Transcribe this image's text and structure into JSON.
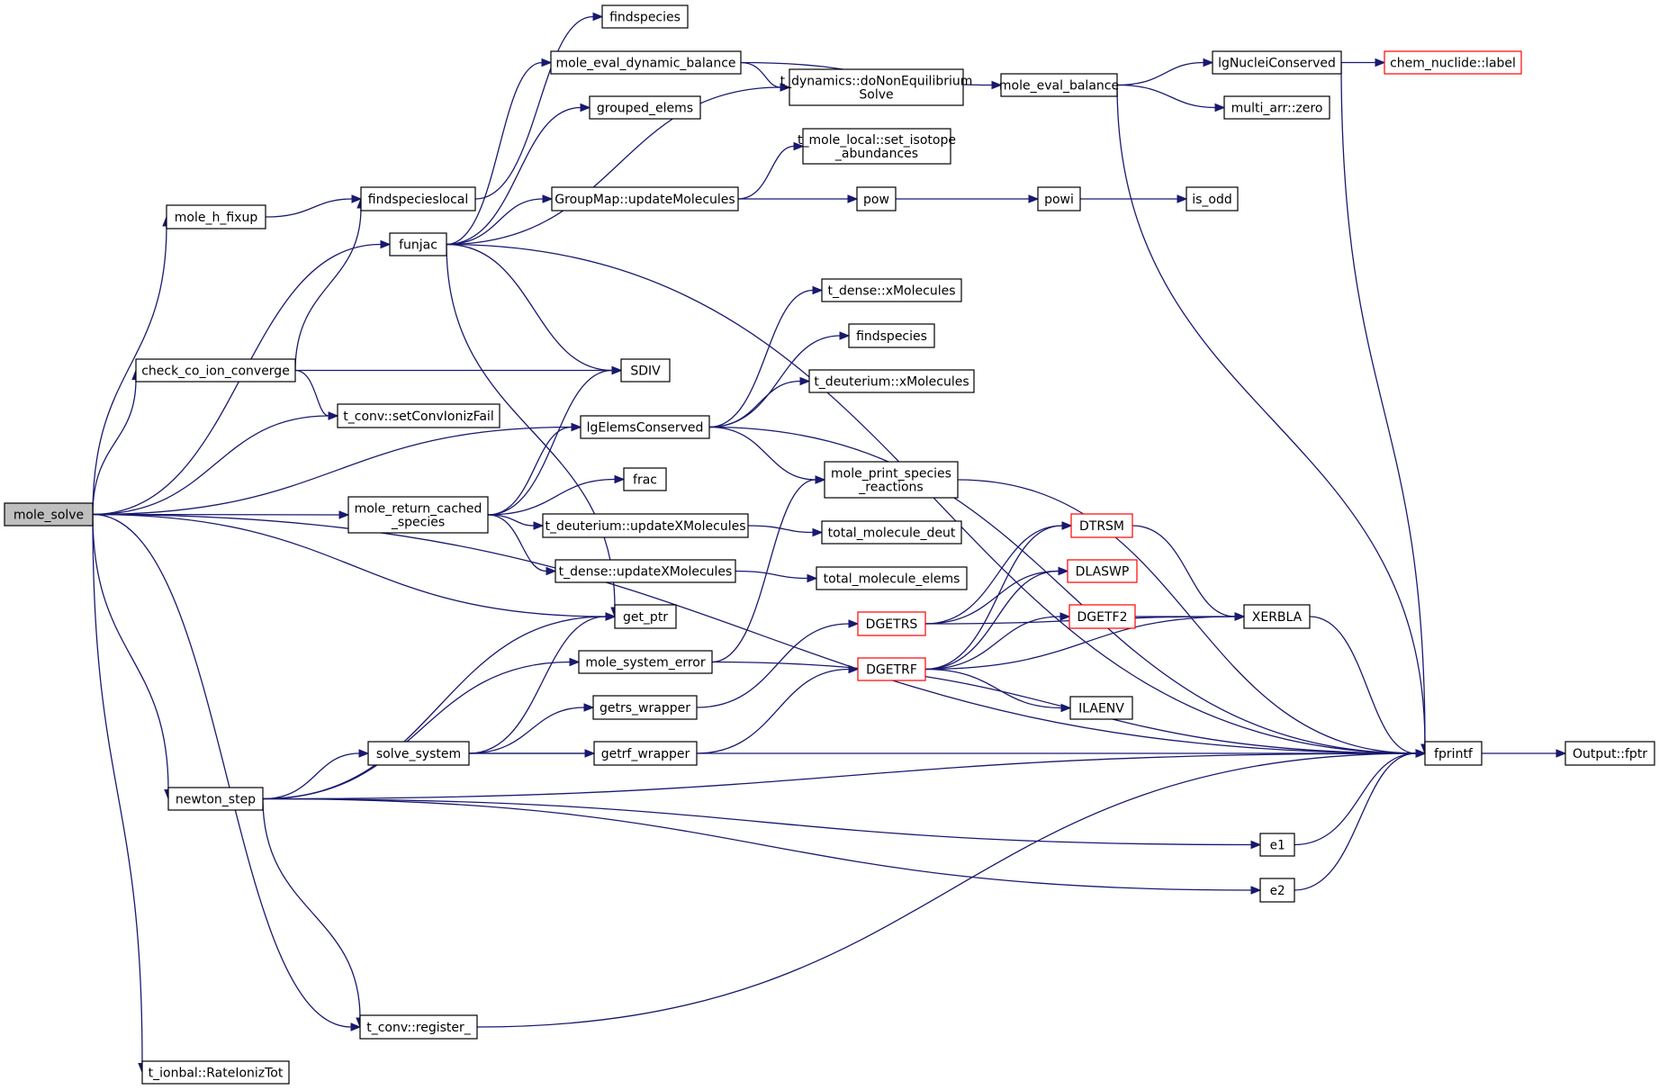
{
  "diagram": {
    "type": "call-graph",
    "root": "mole_solve",
    "edge_color": "#191970",
    "root_fill": "#bfbfbf",
    "truncated_border_color": "#ff0000",
    "nodes": [
      {
        "id": "mole_solve",
        "lines": [
          "mole_solve"
        ],
        "root": true
      },
      {
        "id": "mole_h_fixup",
        "lines": [
          "mole_h_fixup"
        ]
      },
      {
        "id": "findspecieslocal",
        "lines": [
          "findspecieslocal"
        ]
      },
      {
        "id": "findspecies_a",
        "lines": [
          "findspecies"
        ]
      },
      {
        "id": "funjac",
        "lines": [
          "funjac"
        ]
      },
      {
        "id": "mole_eval_dynamic_balance",
        "lines": [
          "mole_eval_dynamic_balance"
        ]
      },
      {
        "id": "grouped_elems",
        "lines": [
          "grouped_elems"
        ]
      },
      {
        "id": "t_dynamics_doNonEq",
        "lines": [
          "t_dynamics::doNonEquilibrium",
          "Solve"
        ]
      },
      {
        "id": "GroupMap_updateMolecules",
        "lines": [
          "GroupMap::updateMolecules"
        ]
      },
      {
        "id": "t_mole_local_set_isotope",
        "lines": [
          "t_mole_local::set_isotope",
          "_abundances"
        ]
      },
      {
        "id": "mole_eval_balance",
        "lines": [
          "mole_eval_balance"
        ]
      },
      {
        "id": "lgNucleiConserved",
        "lines": [
          "lgNucleiConserved"
        ]
      },
      {
        "id": "chem_nuclide_label",
        "lines": [
          "chem_nuclide::label"
        ],
        "truncated": true
      },
      {
        "id": "multi_arr_zero",
        "lines": [
          "multi_arr::zero"
        ]
      },
      {
        "id": "pow",
        "lines": [
          "pow"
        ]
      },
      {
        "id": "powi",
        "lines": [
          "powi"
        ]
      },
      {
        "id": "is_odd",
        "lines": [
          "is_odd"
        ]
      },
      {
        "id": "check_co_ion_converge",
        "lines": [
          "check_co_ion_converge"
        ]
      },
      {
        "id": "SDIV",
        "lines": [
          "SDIV"
        ]
      },
      {
        "id": "t_conv_setConvIonizFail",
        "lines": [
          "t_conv::setConvIonizFail"
        ]
      },
      {
        "id": "lgElemsConserved",
        "lines": [
          "lgElemsConserved"
        ]
      },
      {
        "id": "t_dense_xMolecules",
        "lines": [
          "t_dense::xMolecules"
        ]
      },
      {
        "id": "findspecies_b",
        "lines": [
          "findspecies"
        ]
      },
      {
        "id": "t_deuterium_xMolecules",
        "lines": [
          "t_deuterium::xMolecules"
        ]
      },
      {
        "id": "mole_print_species_reactions",
        "lines": [
          "mole_print_species",
          "_reactions"
        ]
      },
      {
        "id": "mole_return_cached_species",
        "lines": [
          "mole_return_cached",
          "_species"
        ]
      },
      {
        "id": "frac",
        "lines": [
          "frac"
        ]
      },
      {
        "id": "t_deuterium_updateXMolecules",
        "lines": [
          "t_deuterium::updateXMolecules"
        ]
      },
      {
        "id": "total_molecule_deut",
        "lines": [
          "total_molecule_deut"
        ]
      },
      {
        "id": "t_dense_updateXMolecules",
        "lines": [
          "t_dense::updateXMolecules"
        ]
      },
      {
        "id": "total_molecule_elems",
        "lines": [
          "total_molecule_elems"
        ]
      },
      {
        "id": "get_ptr",
        "lines": [
          "get_ptr"
        ]
      },
      {
        "id": "mole_system_error",
        "lines": [
          "mole_system_error"
        ]
      },
      {
        "id": "getrs_wrapper",
        "lines": [
          "getrs_wrapper"
        ]
      },
      {
        "id": "getrf_wrapper",
        "lines": [
          "getrf_wrapper"
        ]
      },
      {
        "id": "solve_system",
        "lines": [
          "solve_system"
        ]
      },
      {
        "id": "DGETRS",
        "lines": [
          "DGETRS"
        ],
        "truncated": true
      },
      {
        "id": "DGETRF",
        "lines": [
          "DGETRF"
        ],
        "truncated": true
      },
      {
        "id": "DTRSM",
        "lines": [
          "DTRSM"
        ],
        "truncated": true
      },
      {
        "id": "DLASWP",
        "lines": [
          "DLASWP"
        ],
        "truncated": true
      },
      {
        "id": "DGETF2",
        "lines": [
          "DGETF2"
        ],
        "truncated": true
      },
      {
        "id": "XERBLA",
        "lines": [
          "XERBLA"
        ]
      },
      {
        "id": "ILAENV",
        "lines": [
          "ILAENV"
        ]
      },
      {
        "id": "fprintf",
        "lines": [
          "fprintf"
        ]
      },
      {
        "id": "Output_fptr",
        "lines": [
          "Output::fptr"
        ]
      },
      {
        "id": "newton_step",
        "lines": [
          "newton_step"
        ]
      },
      {
        "id": "e1",
        "lines": [
          "e1"
        ],
        "mono": true
      },
      {
        "id": "e2",
        "lines": [
          "e2"
        ],
        "mono": true
      },
      {
        "id": "t_conv_register_",
        "lines": [
          "t_conv::register_"
        ]
      },
      {
        "id": "t_ionbal_RateIonizTot",
        "lines": [
          "t_ionbal::RateIonizTot"
        ]
      }
    ],
    "edges": [
      [
        "mole_solve",
        "mole_h_fixup"
      ],
      [
        "mole_solve",
        "funjac"
      ],
      [
        "mole_solve",
        "check_co_ion_converge"
      ],
      [
        "mole_solve",
        "t_conv_setConvIonizFail"
      ],
      [
        "mole_solve",
        "lgElemsConserved"
      ],
      [
        "mole_solve",
        "mole_return_cached_species"
      ],
      [
        "mole_solve",
        "get_ptr"
      ],
      [
        "mole_solve",
        "newton_step"
      ],
      [
        "mole_solve",
        "fprintf"
      ],
      [
        "mole_solve",
        "t_conv_register_"
      ],
      [
        "mole_solve",
        "t_ionbal_RateIonizTot"
      ],
      [
        "mole_h_fixup",
        "findspecieslocal"
      ],
      [
        "findspecieslocal",
        "findspecies_a"
      ],
      [
        "check_co_ion_converge",
        "findspecieslocal"
      ],
      [
        "check_co_ion_converge",
        "SDIV"
      ],
      [
        "check_co_ion_converge",
        "t_conv_setConvIonizFail"
      ],
      [
        "funjac",
        "mole_eval_dynamic_balance"
      ],
      [
        "funjac",
        "grouped_elems"
      ],
      [
        "funjac",
        "t_dynamics_doNonEq"
      ],
      [
        "funjac",
        "GroupMap_updateMolecules"
      ],
      [
        "funjac",
        "fprintf"
      ],
      [
        "funjac",
        "SDIV"
      ],
      [
        "funjac",
        "get_ptr"
      ],
      [
        "mole_eval_dynamic_balance",
        "t_dynamics_doNonEq"
      ],
      [
        "mole_eval_dynamic_balance",
        "mole_eval_balance"
      ],
      [
        "mole_eval_balance",
        "lgNucleiConserved"
      ],
      [
        "mole_eval_balance",
        "multi_arr_zero"
      ],
      [
        "mole_eval_balance",
        "fprintf"
      ],
      [
        "lgNucleiConserved",
        "chem_nuclide_label"
      ],
      [
        "lgNucleiConserved",
        "fprintf"
      ],
      [
        "GroupMap_updateMolecules",
        "t_mole_local_set_isotope"
      ],
      [
        "GroupMap_updateMolecules",
        "pow"
      ],
      [
        "pow",
        "powi"
      ],
      [
        "powi",
        "is_odd"
      ],
      [
        "mole_return_cached_species",
        "SDIV"
      ],
      [
        "mole_return_cached_species",
        "lgElemsConserved"
      ],
      [
        "mole_return_cached_species",
        "frac"
      ],
      [
        "mole_return_cached_species",
        "t_deuterium_updateXMolecules"
      ],
      [
        "mole_return_cached_species",
        "t_dense_updateXMolecules"
      ],
      [
        "lgElemsConserved",
        "t_dense_xMolecules"
      ],
      [
        "lgElemsConserved",
        "findspecies_b"
      ],
      [
        "lgElemsConserved",
        "t_deuterium_xMolecules"
      ],
      [
        "lgElemsConserved",
        "mole_print_species_reactions"
      ],
      [
        "lgElemsConserved",
        "fprintf"
      ],
      [
        "mole_print_species_reactions",
        "fprintf"
      ],
      [
        "t_deuterium_updateXMolecules",
        "total_molecule_deut"
      ],
      [
        "t_dense_updateXMolecules",
        "total_molecule_elems"
      ],
      [
        "mole_system_error",
        "mole_print_species_reactions"
      ],
      [
        "mole_system_error",
        "fprintf"
      ],
      [
        "newton_step",
        "get_ptr"
      ],
      [
        "newton_step",
        "mole_system_error"
      ],
      [
        "newton_step",
        "solve_system"
      ],
      [
        "newton_step",
        "e1"
      ],
      [
        "newton_step",
        "e2"
      ],
      [
        "newton_step",
        "fprintf"
      ],
      [
        "newton_step",
        "t_conv_register_"
      ],
      [
        "solve_system",
        "get_ptr"
      ],
      [
        "solve_system",
        "getrs_wrapper"
      ],
      [
        "solve_system",
        "getrf_wrapper"
      ],
      [
        "solve_system",
        "fprintf"
      ],
      [
        "getrs_wrapper",
        "DGETRS"
      ],
      [
        "getrf_wrapper",
        "DGETRF"
      ],
      [
        "DGETRS",
        "DTRSM"
      ],
      [
        "DGETRS",
        "DLASWP"
      ],
      [
        "DGETRS",
        "XERBLA"
      ],
      [
        "DGETRF",
        "DTRSM"
      ],
      [
        "DGETRF",
        "DLASWP"
      ],
      [
        "DGETRF",
        "DGETF2"
      ],
      [
        "DGETRF",
        "XERBLA"
      ],
      [
        "DGETRF",
        "ILAENV"
      ],
      [
        "DTRSM",
        "XERBLA"
      ],
      [
        "DGETF2",
        "XERBLA"
      ],
      [
        "XERBLA",
        "fprintf"
      ],
      [
        "e1",
        "fprintf"
      ],
      [
        "e2",
        "fprintf"
      ],
      [
        "t_conv_register_",
        "fprintf"
      ],
      [
        "fprintf",
        "Output_fptr"
      ]
    ]
  }
}
